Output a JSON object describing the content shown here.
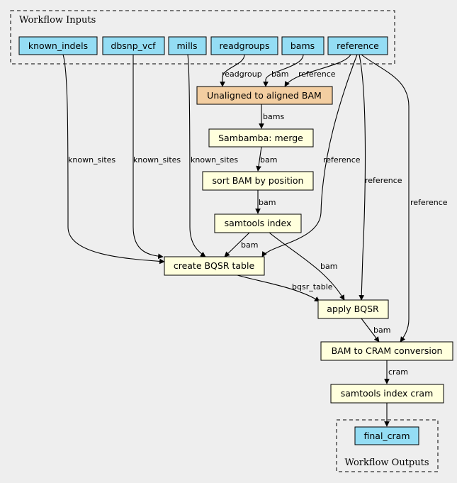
{
  "colors": {
    "background": "#eeeeee",
    "input": "#94ddf4",
    "tool": "#ffffdd",
    "subworkflow": "#f3cea1",
    "output": "#94ddf4"
  },
  "clusters": {
    "inputs": "Workflow Inputs",
    "outputs": "Workflow Outputs"
  },
  "nodes": {
    "known_indels": "known_indels",
    "dbsnp_vcf": "dbsnp_vcf",
    "mills": "mills",
    "readgroups": "readgroups",
    "bams": "bams",
    "reference": "reference",
    "align": "Unaligned to aligned BAM",
    "merge": "Sambamba: merge",
    "sort": "sort BAM by position",
    "index": "samtools index",
    "bqsr_table": "create BQSR table",
    "apply_bqsr": "apply BQSR",
    "to_cram": "BAM to CRAM conversion",
    "index_cram": "samtools index cram",
    "final_cram": "final_cram"
  },
  "edge_labels": {
    "readgroup": "readgroup",
    "bam_in": "bam",
    "reference_align": "reference",
    "bams": "bams",
    "bam_merge": "bam",
    "bam_sort": "bam",
    "bam_index_bqsr": "bam",
    "bam_index_apply": "bam",
    "known_sites_indels": "known_sites",
    "known_sites_dbsnp": "known_sites",
    "known_sites_mills": "known_sites",
    "reference_bqsr": "reference",
    "reference_apply": "reference",
    "reference_cram": "reference",
    "bqsr_table": "bqsr_table",
    "bam_apply": "bam",
    "cram": "cram"
  }
}
